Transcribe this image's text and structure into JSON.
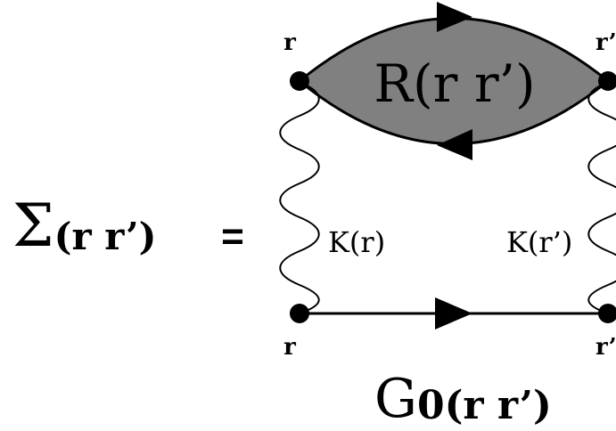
{
  "equation": {
    "lhs_symbol": "Σ",
    "lhs_args": "(r r’)",
    "equals": "="
  },
  "diagram": {
    "bubble_label": "R(r r’)",
    "vertex_top_left": "r",
    "vertex_top_right": "r’",
    "vertex_bottom_left": "r",
    "vertex_bottom_right": "r’",
    "interaction_left": "K(r)",
    "interaction_right": "K(r’)",
    "propagator_symbol": "G",
    "propagator_subscript": "0",
    "propagator_args": "(r r’)",
    "colors": {
      "bubble_fill": "#808080",
      "line": "#000000",
      "background": "#ffffff"
    }
  }
}
